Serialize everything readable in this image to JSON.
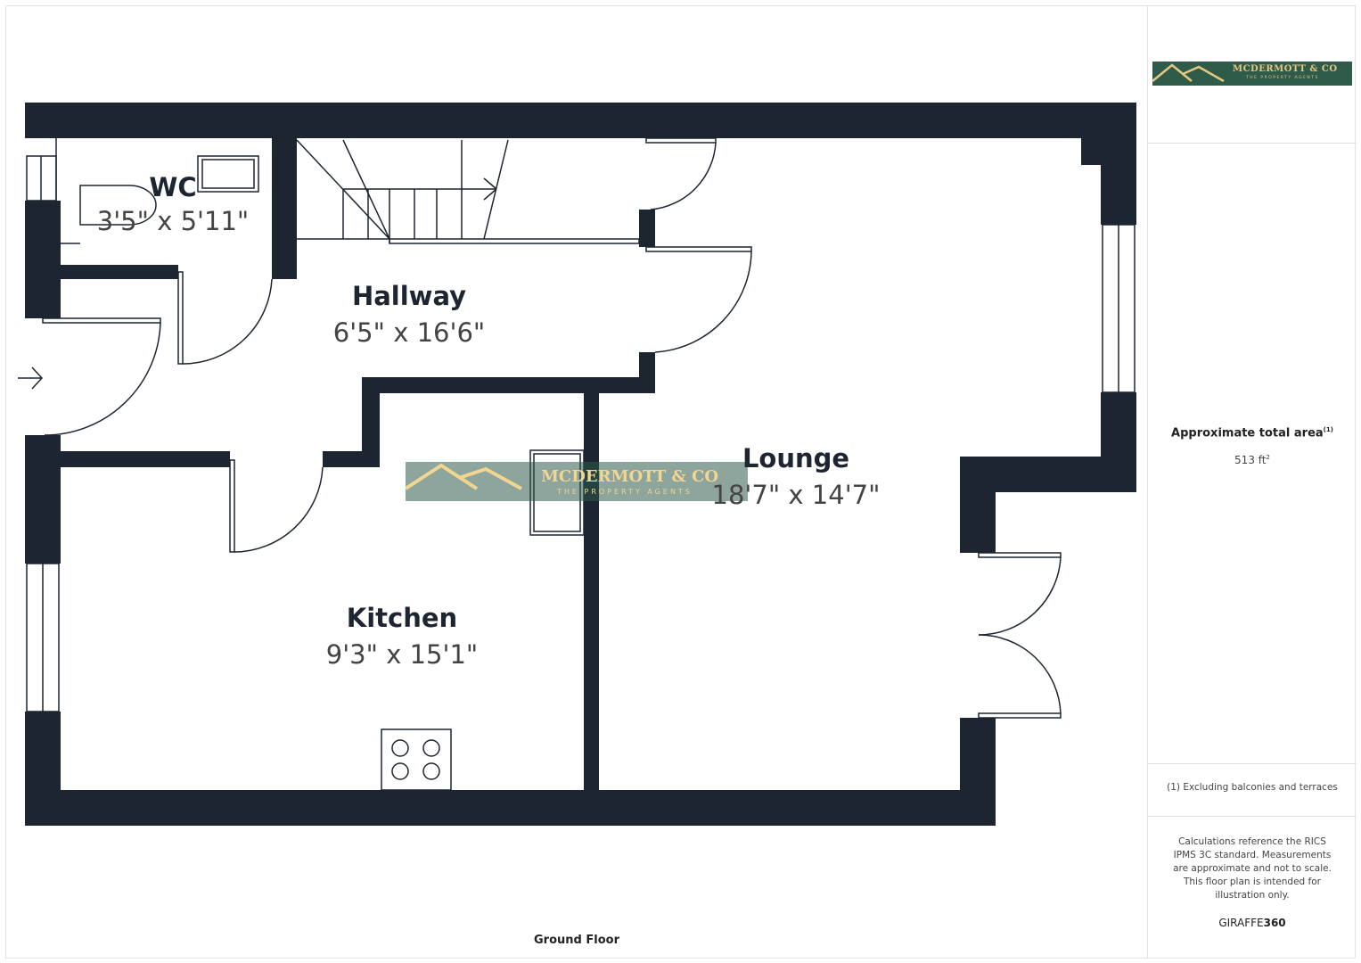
{
  "brand": {
    "logo_name": "MCDERMOTT & CO",
    "logo_tagline": "THE PROPERTY AGENTS",
    "colors": {
      "logo_bg": "#2f5b4a",
      "logo_text": "#e8c77e",
      "wall": "#1c2530"
    }
  },
  "rooms": [
    {
      "name": "WC",
      "dims": "3'5\" x 5'11\""
    },
    {
      "name": "Hallway",
      "dims": "6'5\" x 16'6\""
    },
    {
      "name": "Lounge",
      "dims": "18'7\" x 14'7\""
    },
    {
      "name": "Kitchen",
      "dims": "9'3\" x 15'1\""
    }
  ],
  "floor_label": "Ground Floor",
  "sidebar": {
    "area_label": "Approximate total area",
    "area_sup": "(1)",
    "area_value": "513 ft",
    "area_unit_sup": "2",
    "footnote": "(1) Excluding balconies and terraces",
    "disclaimer": "Calculations reference the RICS IPMS 3C standard. Measurements are approximate and not to scale. This floor plan is intended for illustration only.",
    "provider_a": "GIRAFFE",
    "provider_b": "360"
  }
}
